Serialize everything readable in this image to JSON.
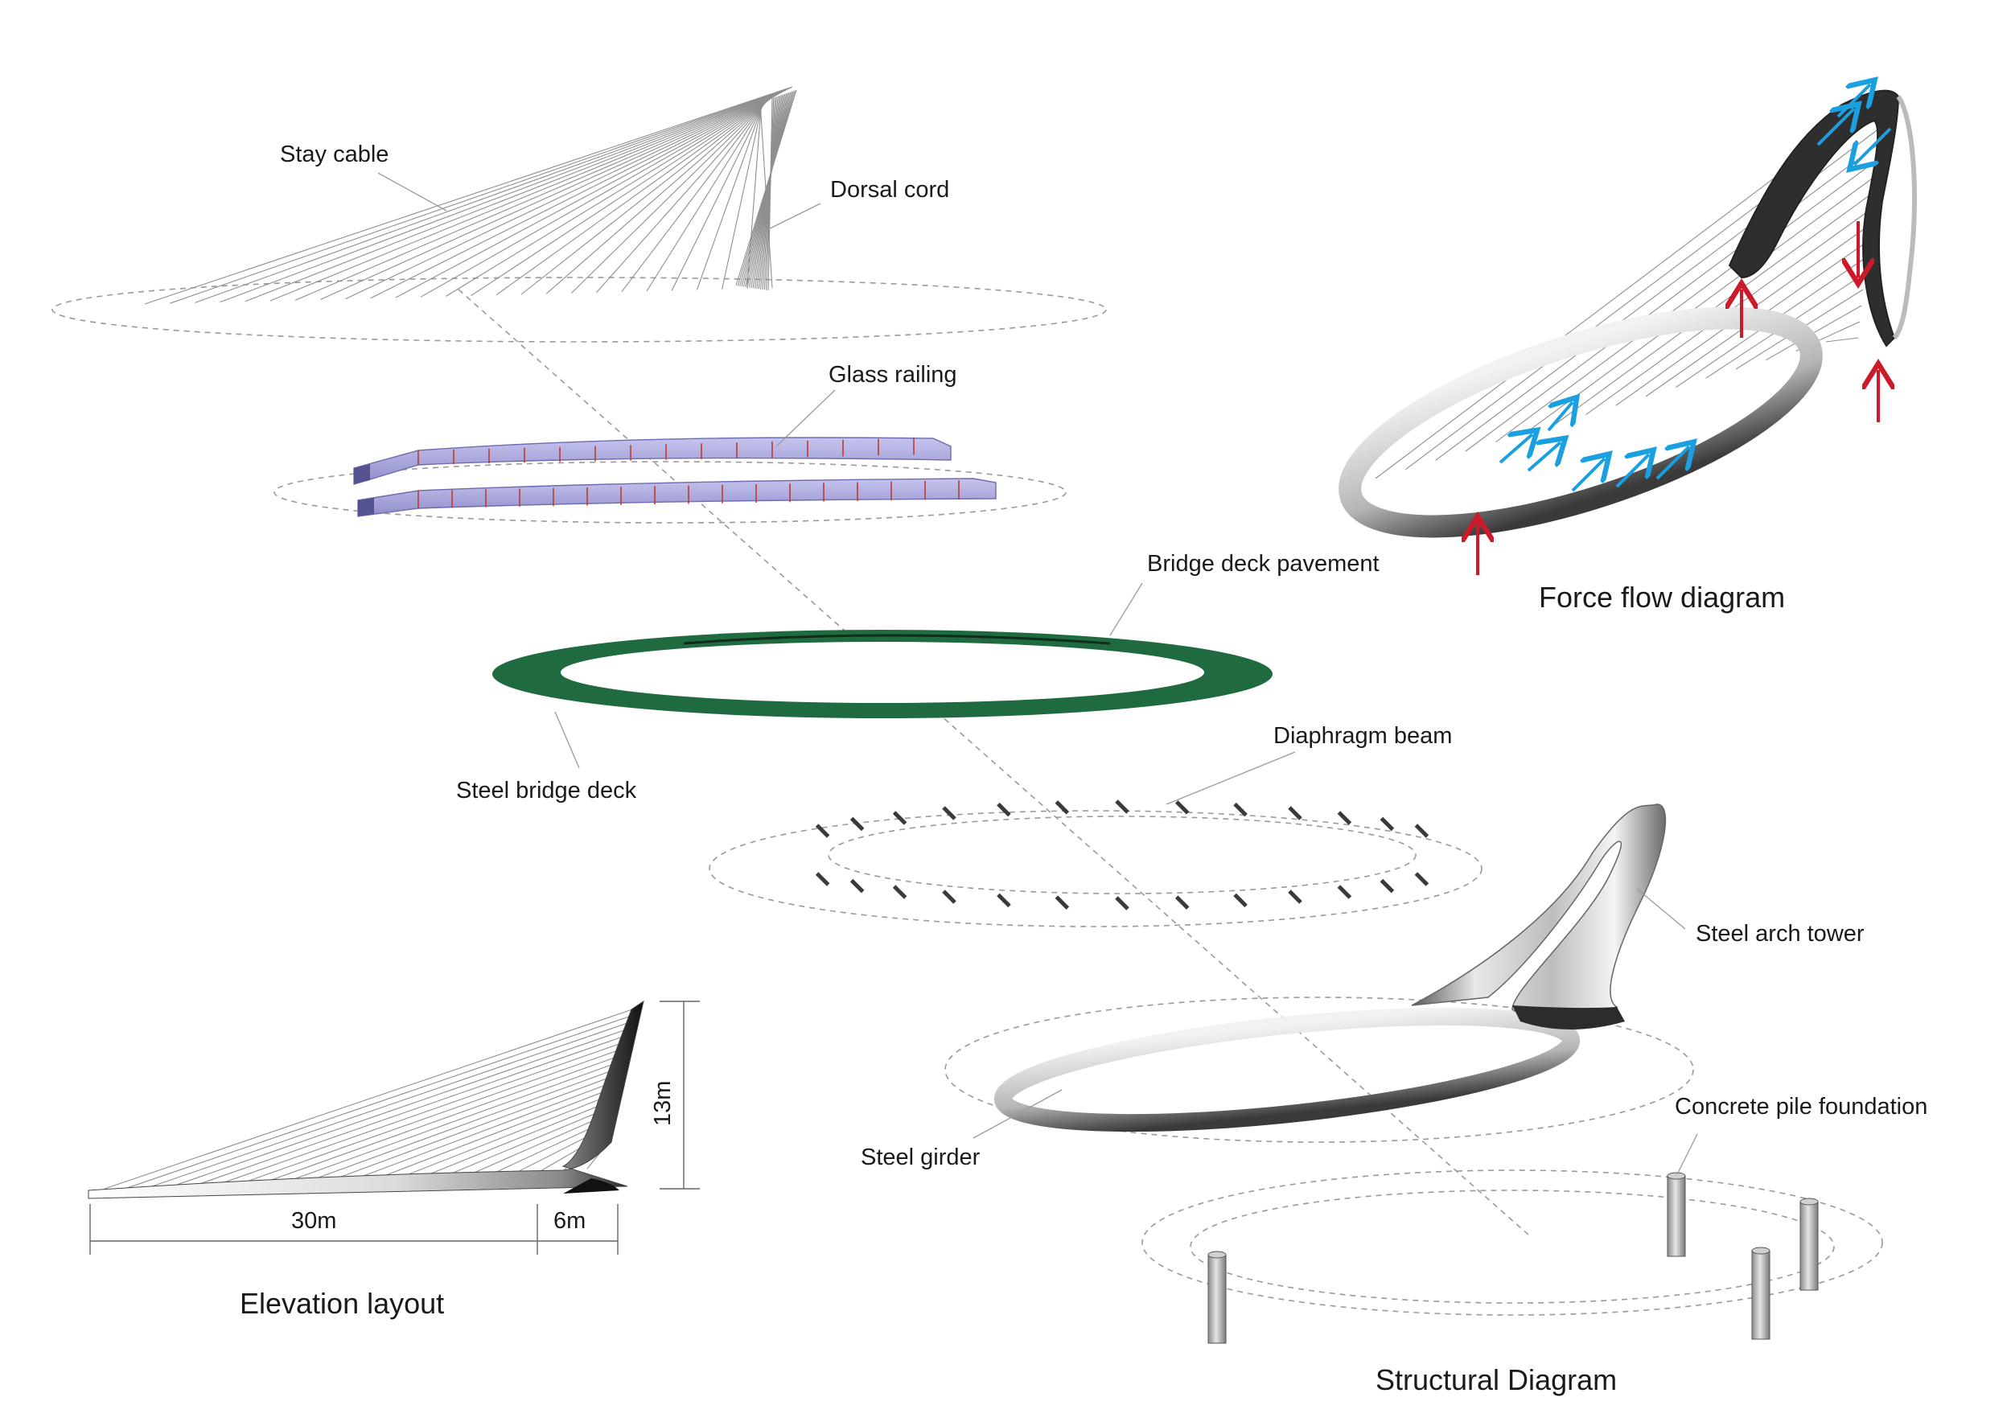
{
  "diagram": {
    "labels": {
      "stay_cable": "Stay cable",
      "dorsal_cord": "Dorsal cord",
      "glass_railing": "Glass railing",
      "bridge_deck_pavement": "Bridge deck pavement",
      "steel_bridge_deck": "Steel bridge deck",
      "diaphragm_beam": "Diaphragm beam",
      "steel_arch_tower": "Steel arch tower",
      "steel_girder": "Steel girder",
      "concrete_pile_foundation": "Concrete pile foundation"
    },
    "titles": {
      "force_flow": "Force flow diagram",
      "elevation": "Elevation layout",
      "structural": "Structural Diagram"
    },
    "dimensions": {
      "span_main": "30m",
      "span_side": "6m",
      "height": "13m"
    },
    "colors": {
      "pavement": "#1f6b3f",
      "railing": "#a9a8de",
      "railing_posts": "#c0392b",
      "compression_arrows": "#1aa0e0",
      "support_arrows": "#cc1a2a"
    }
  }
}
